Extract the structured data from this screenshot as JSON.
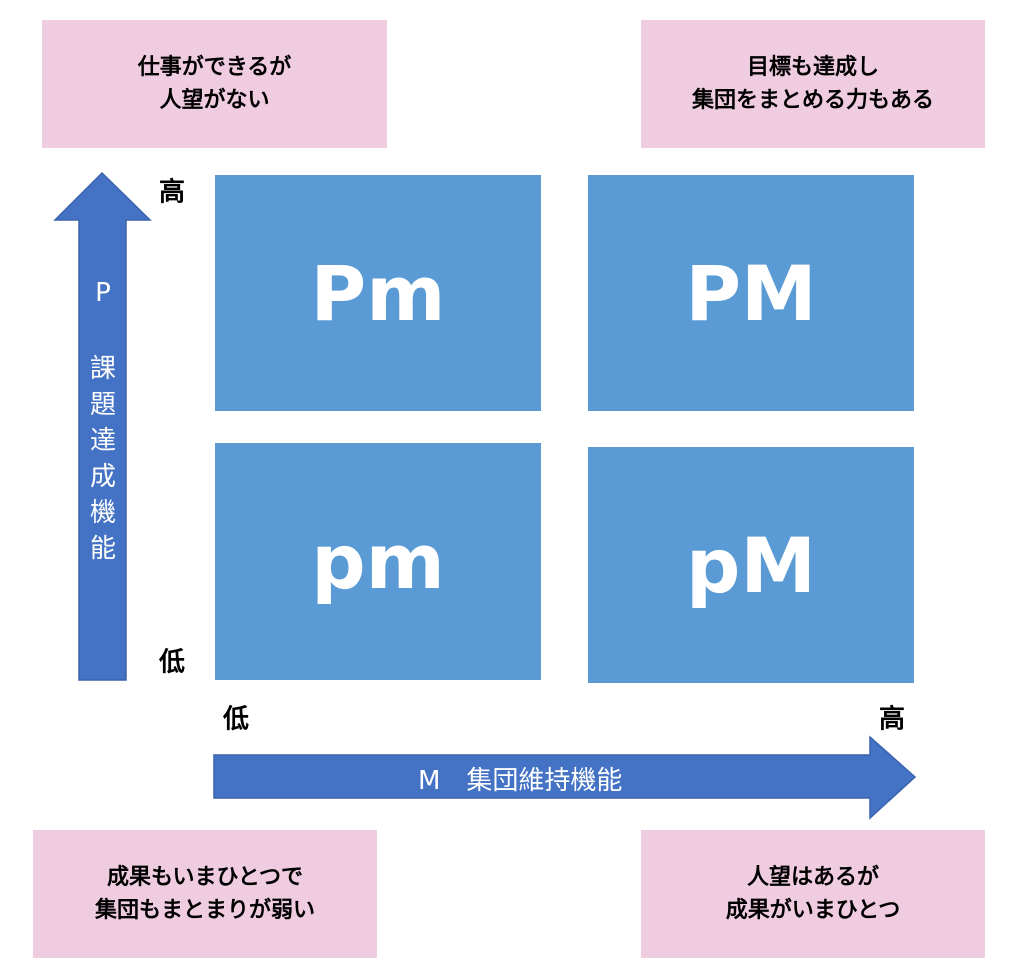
{
  "corners": {
    "top_left": [
      "仕事ができるが",
      "人望がない"
    ],
    "top_right": [
      "目標も達成し",
      "集団をまとめる力もある"
    ],
    "bottom_left": [
      "成果もいまひとつで",
      "集団もまとまりが弱い"
    ],
    "bottom_right": [
      "人望はあるが",
      "成果がいまひとつ"
    ]
  },
  "quadrants": {
    "top_left": "Pm",
    "top_right": "PM",
    "bottom_left": "pm",
    "bottom_right": "pM"
  },
  "y_axis": {
    "label_letter": "P",
    "label_chars": [
      "課",
      "題",
      "達",
      "成",
      "機",
      "能"
    ],
    "high": "高",
    "low": "低"
  },
  "x_axis": {
    "label": "M　集団維持機能",
    "high": "高",
    "low": "低"
  },
  "colors": {
    "quadrant": "#5B9BD5",
    "arrow": "#4472C4",
    "note": "#F0CCE0"
  }
}
